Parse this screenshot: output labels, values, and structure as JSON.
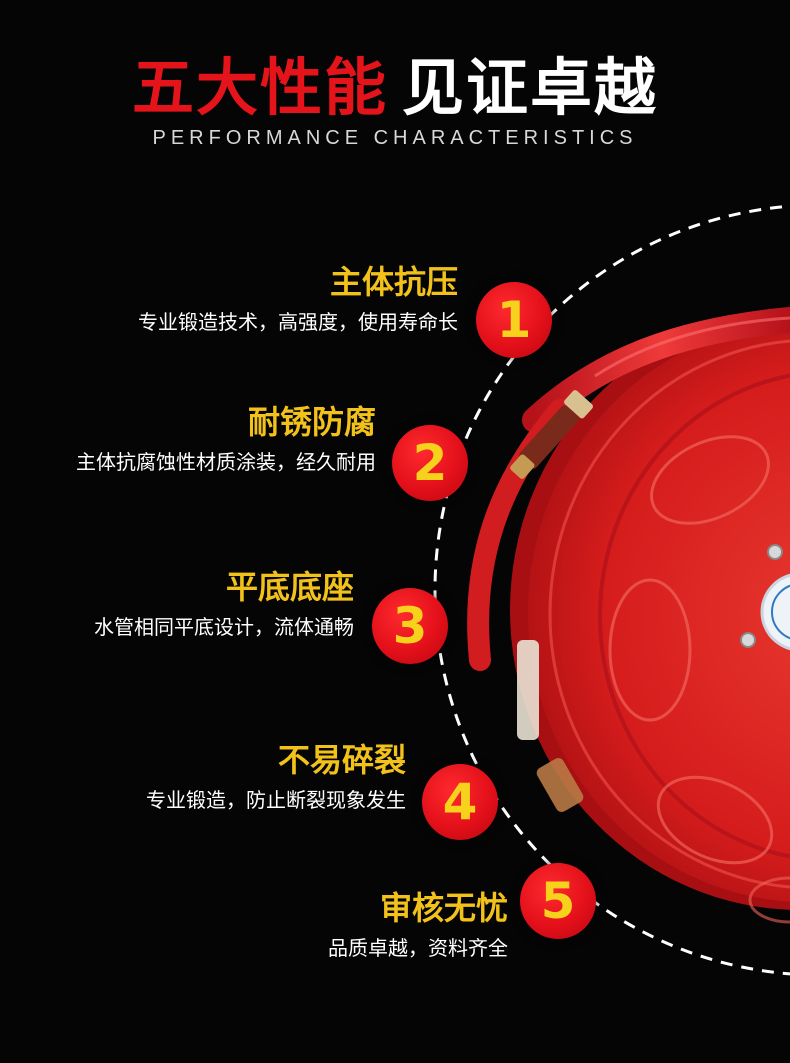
{
  "header": {
    "title_red": "五大性能",
    "title_white": "见证卓越",
    "subtitle": "PERFORMANCE CHARACTERISTICS"
  },
  "colors": {
    "background": "#050505",
    "title_red": "#e5141b",
    "feature_title": "#f3c21a",
    "badge_red": "#e3101a",
    "badge_number": "#f7d21c",
    "reel_red": "#d81f1f"
  },
  "features": [
    {
      "number": "1",
      "title": "主体抗压",
      "desc": "专业锻造技术，高强度，使用寿命长"
    },
    {
      "number": "2",
      "title": "耐锈防腐",
      "desc": "主体抗腐蚀性材质涂装，经久耐用"
    },
    {
      "number": "3",
      "title": "平底底座",
      "desc": "水管相同平底设计，流体通畅"
    },
    {
      "number": "4",
      "title": "不易碎裂",
      "desc": "专业锻造，防止断裂现象发生"
    },
    {
      "number": "5",
      "title": "审核无忧",
      "desc": "品质卓越，资料齐全"
    }
  ],
  "product": {
    "image": "fire-hose-reel-image"
  }
}
